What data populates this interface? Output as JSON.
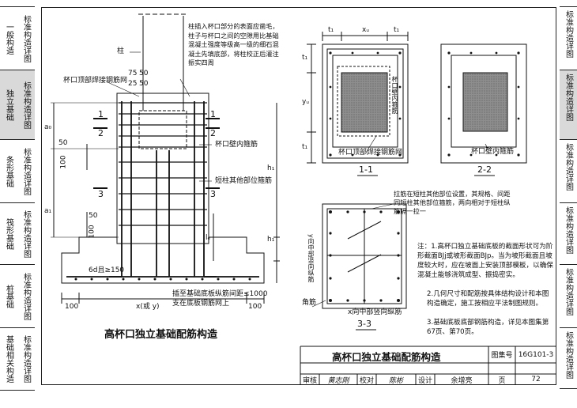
{
  "left_nav": [
    {
      "a": "一般构造",
      "b": "标准构造详图",
      "active": false
    },
    {
      "a": "独立基础",
      "b": "标准构造详图",
      "active": true
    },
    {
      "a": "条形基础",
      "b": "标准构造详图",
      "active": false
    },
    {
      "a": "筏形基础",
      "b": "标准构造详图",
      "active": false
    },
    {
      "a": "桩基础",
      "b": "标准构造详图",
      "active": false
    },
    {
      "a": "基础相关构造",
      "b": "标准构造详图",
      "active": false
    }
  ],
  "right_nav": [
    "标准构造详图",
    "标准构造详图",
    "标准构造详图",
    "标准构造详图",
    "标准构造详图",
    "标准构造详图"
  ],
  "elevation": {
    "column": "柱",
    "note_top": "柱插入杯口部分的表面应凿毛，柱子与杯口之间的空隙用比基础混凝土强度等级高一级的细石混凝土先填底部，将柱校正后灌注振实四周",
    "cup_mesh": "杯口顶部焊接钢筋网",
    "cup_hoop": "杯口壁内箍筋",
    "short_col_hoop": "短柱其他部位箍筋",
    "dim_75": "75",
    "dim_25": "25",
    "dim_50": "50",
    "dim_50b": "50",
    "dim_100": "100",
    "dim_100b": "100",
    "dim_100c": "100",
    "dim_100d": "100",
    "a0": "a₀",
    "a1": "a₁",
    "h1": "h₁",
    "h1b": "h₁",
    "le": "lₑ",
    "anchor": "6d且≥150",
    "bottom_note1": "插至基础底板纵筋间距≤1000",
    "bottom_note2": "支在底板钢筋网上",
    "x_axis": "x(或 y)",
    "sec1": "1",
    "sec1b": "1",
    "sec2": "2",
    "sec2b": "2",
    "sec3": "3",
    "sec3b": "3"
  },
  "plan11": {
    "t1": "t₁",
    "xu": "xᵤ",
    "t1b": "t₁",
    "t1c": "t₁",
    "yu": "yᵤ",
    "t1d": "t₁",
    "hoop": "杯口壁内箍筋",
    "mesh": "杯口顶部焊接钢筋网",
    "label": "1-1"
  },
  "plan22": {
    "hoop": "杯口壁内箍筋",
    "label": "2-2"
  },
  "plan33": {
    "note": "拉筋在短柱其他部位设置，其规格、间距同短柱其他部位箍筋，两向相对于短柱纵筋隔一拉一",
    "y_mid": "y向中部竖向纵筋",
    "corner": "角筋",
    "x_mid": "x向中部竖向纵筋",
    "label": "3-3"
  },
  "notes": [
    "注：1.高杯口独立基础底板的截面形状可为阶形截面BJj或坡形截面BJp。当为坡形截面且坡度较大时，应在坡面上安装顶部模板，以确保混凝土能够浇筑成型、振捣密实。",
    "2.几何尺寸和配筋按具体结构设计和本图构造确定，施工按相应平法制图规则。",
    "3.基础底板底部钢筋构造，详见本图集第67页、第70页。"
  ],
  "caption": "高杯口独立基础配筋构造",
  "title_block": {
    "title": "高杯口独立基础配筋构造",
    "atlas_label": "图集号",
    "atlas_no": "16G101-3",
    "review_label": "审核",
    "review_name": "黄志刚",
    "check_label": "校对",
    "check_name": "陈彬",
    "design_label": "设计",
    "design_name": "余增亮",
    "page_label": "页",
    "page_no": "72"
  }
}
